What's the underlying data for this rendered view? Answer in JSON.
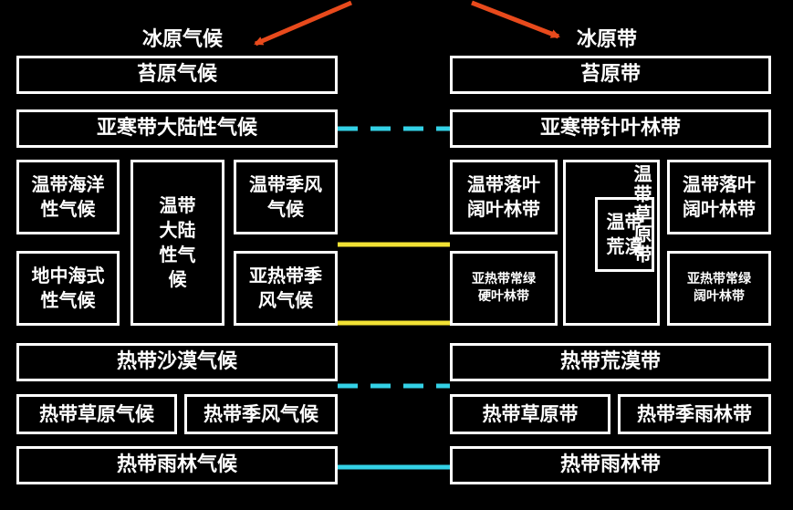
{
  "colors": {
    "arrow": "#e84a1c",
    "dash_line": "#33d1e6",
    "solid_line_yellow": "#f2e234",
    "solid_line_cyan": "#33d1e6"
  },
  "climate": {
    "ice": "冰原气候",
    "tundra": "苔原气候",
    "subarctic": "亚寒带大陆性气候",
    "temperate_oceanic": "温带海洋\n性气候",
    "temperate_continental": "温带\n大陆\n性气\n候",
    "temperate_monsoon": "温带季风\n气候",
    "mediterranean": "地中海式\n性气候",
    "subtropical_monsoon": "亚热带季\n风气候",
    "tropical_desert": "热带沙漠气候",
    "tropical_savanna": "热带草原气候",
    "tropical_monsoon": "热带季风气候",
    "tropical_rainforest": "热带雨林气候"
  },
  "zone": {
    "ice": "冰原带",
    "tundra": "苔原带",
    "taiga": "亚寒带针叶林带",
    "temperate_deciduous_left": "温带落叶\n阔叶林带",
    "temperate_steppe": "温带草原带",
    "temperate_desert": "温带\n荒漠",
    "temperate_deciduous_right": "温带落叶\n阔叶林带",
    "subtropical_sclerophyll": "亚热带常绿\n硬叶林带",
    "subtropical_evergreen": "亚热带常绿\n阔叶林带",
    "tropical_desert": "热带荒漠带",
    "tropical_savanna": "热带草原带",
    "tropical_monsoon_forest": "热带季雨林带",
    "tropical_rainforest": "热带雨林带"
  }
}
